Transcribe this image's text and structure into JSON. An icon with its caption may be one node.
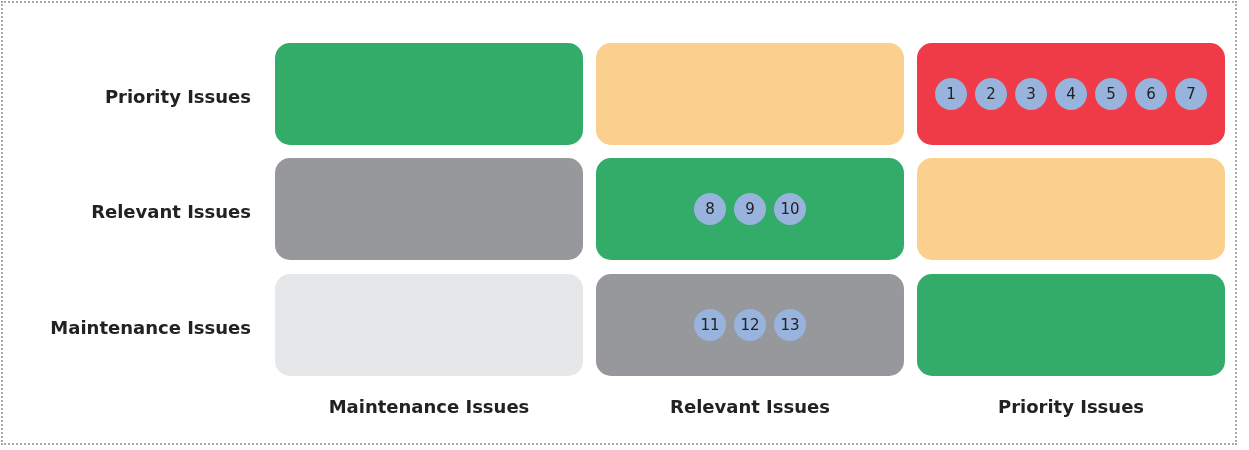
{
  "diagram": {
    "nodes": [
      {
        "text": [],
        "shape": "box"
      },
      {
        "text": [],
        "shape": "box"
      },
      {
        "text": [],
        "shape": "box"
      },
      {
        "text": [
          "1"
        ],
        "in": 2
      },
      {
        "text": [
          "2"
        ],
        "in": 2
      },
      {
        "text": [
          "3"
        ],
        "in": 2
      },
      {
        "text": [
          "4"
        ],
        "in": 2
      },
      {
        "text": [
          "5"
        ],
        "in": 2
      },
      {
        "text": [
          "6"
        ],
        "in": 2
      },
      {
        "text": [
          "7"
        ],
        "in": 2
      },
      {
        "text": [],
        "shape": "box"
      },
      {
        "text": [],
        "shape": "box"
      },
      {
        "text": [
          "8"
        ],
        "in": 11
      },
      {
        "text": [
          "9"
        ],
        "in": 11
      },
      {
        "text": [
          "10"
        ],
        "in": 11
      },
      {
        "text": [],
        "shape": "box"
      },
      {
        "text": [],
        "shape": "box"
      },
      {
        "text": [],
        "shape": "box"
      },
      {
        "text": [
          "11"
        ],
        "in": 17
      },
      {
        "text": [
          "12"
        ],
        "in": 17
      },
      {
        "text": [
          "13"
        ],
        "in": 17
      },
      {
        "text": [],
        "shape": "box"
      }
    ],
    "labels": [
      "Priority Issues",
      "Relevant Issues",
      "Maintenance Issues",
      "Maintenance Issues",
      "Relevant Issues",
      "Priority Issues"
    ]
  }
}
